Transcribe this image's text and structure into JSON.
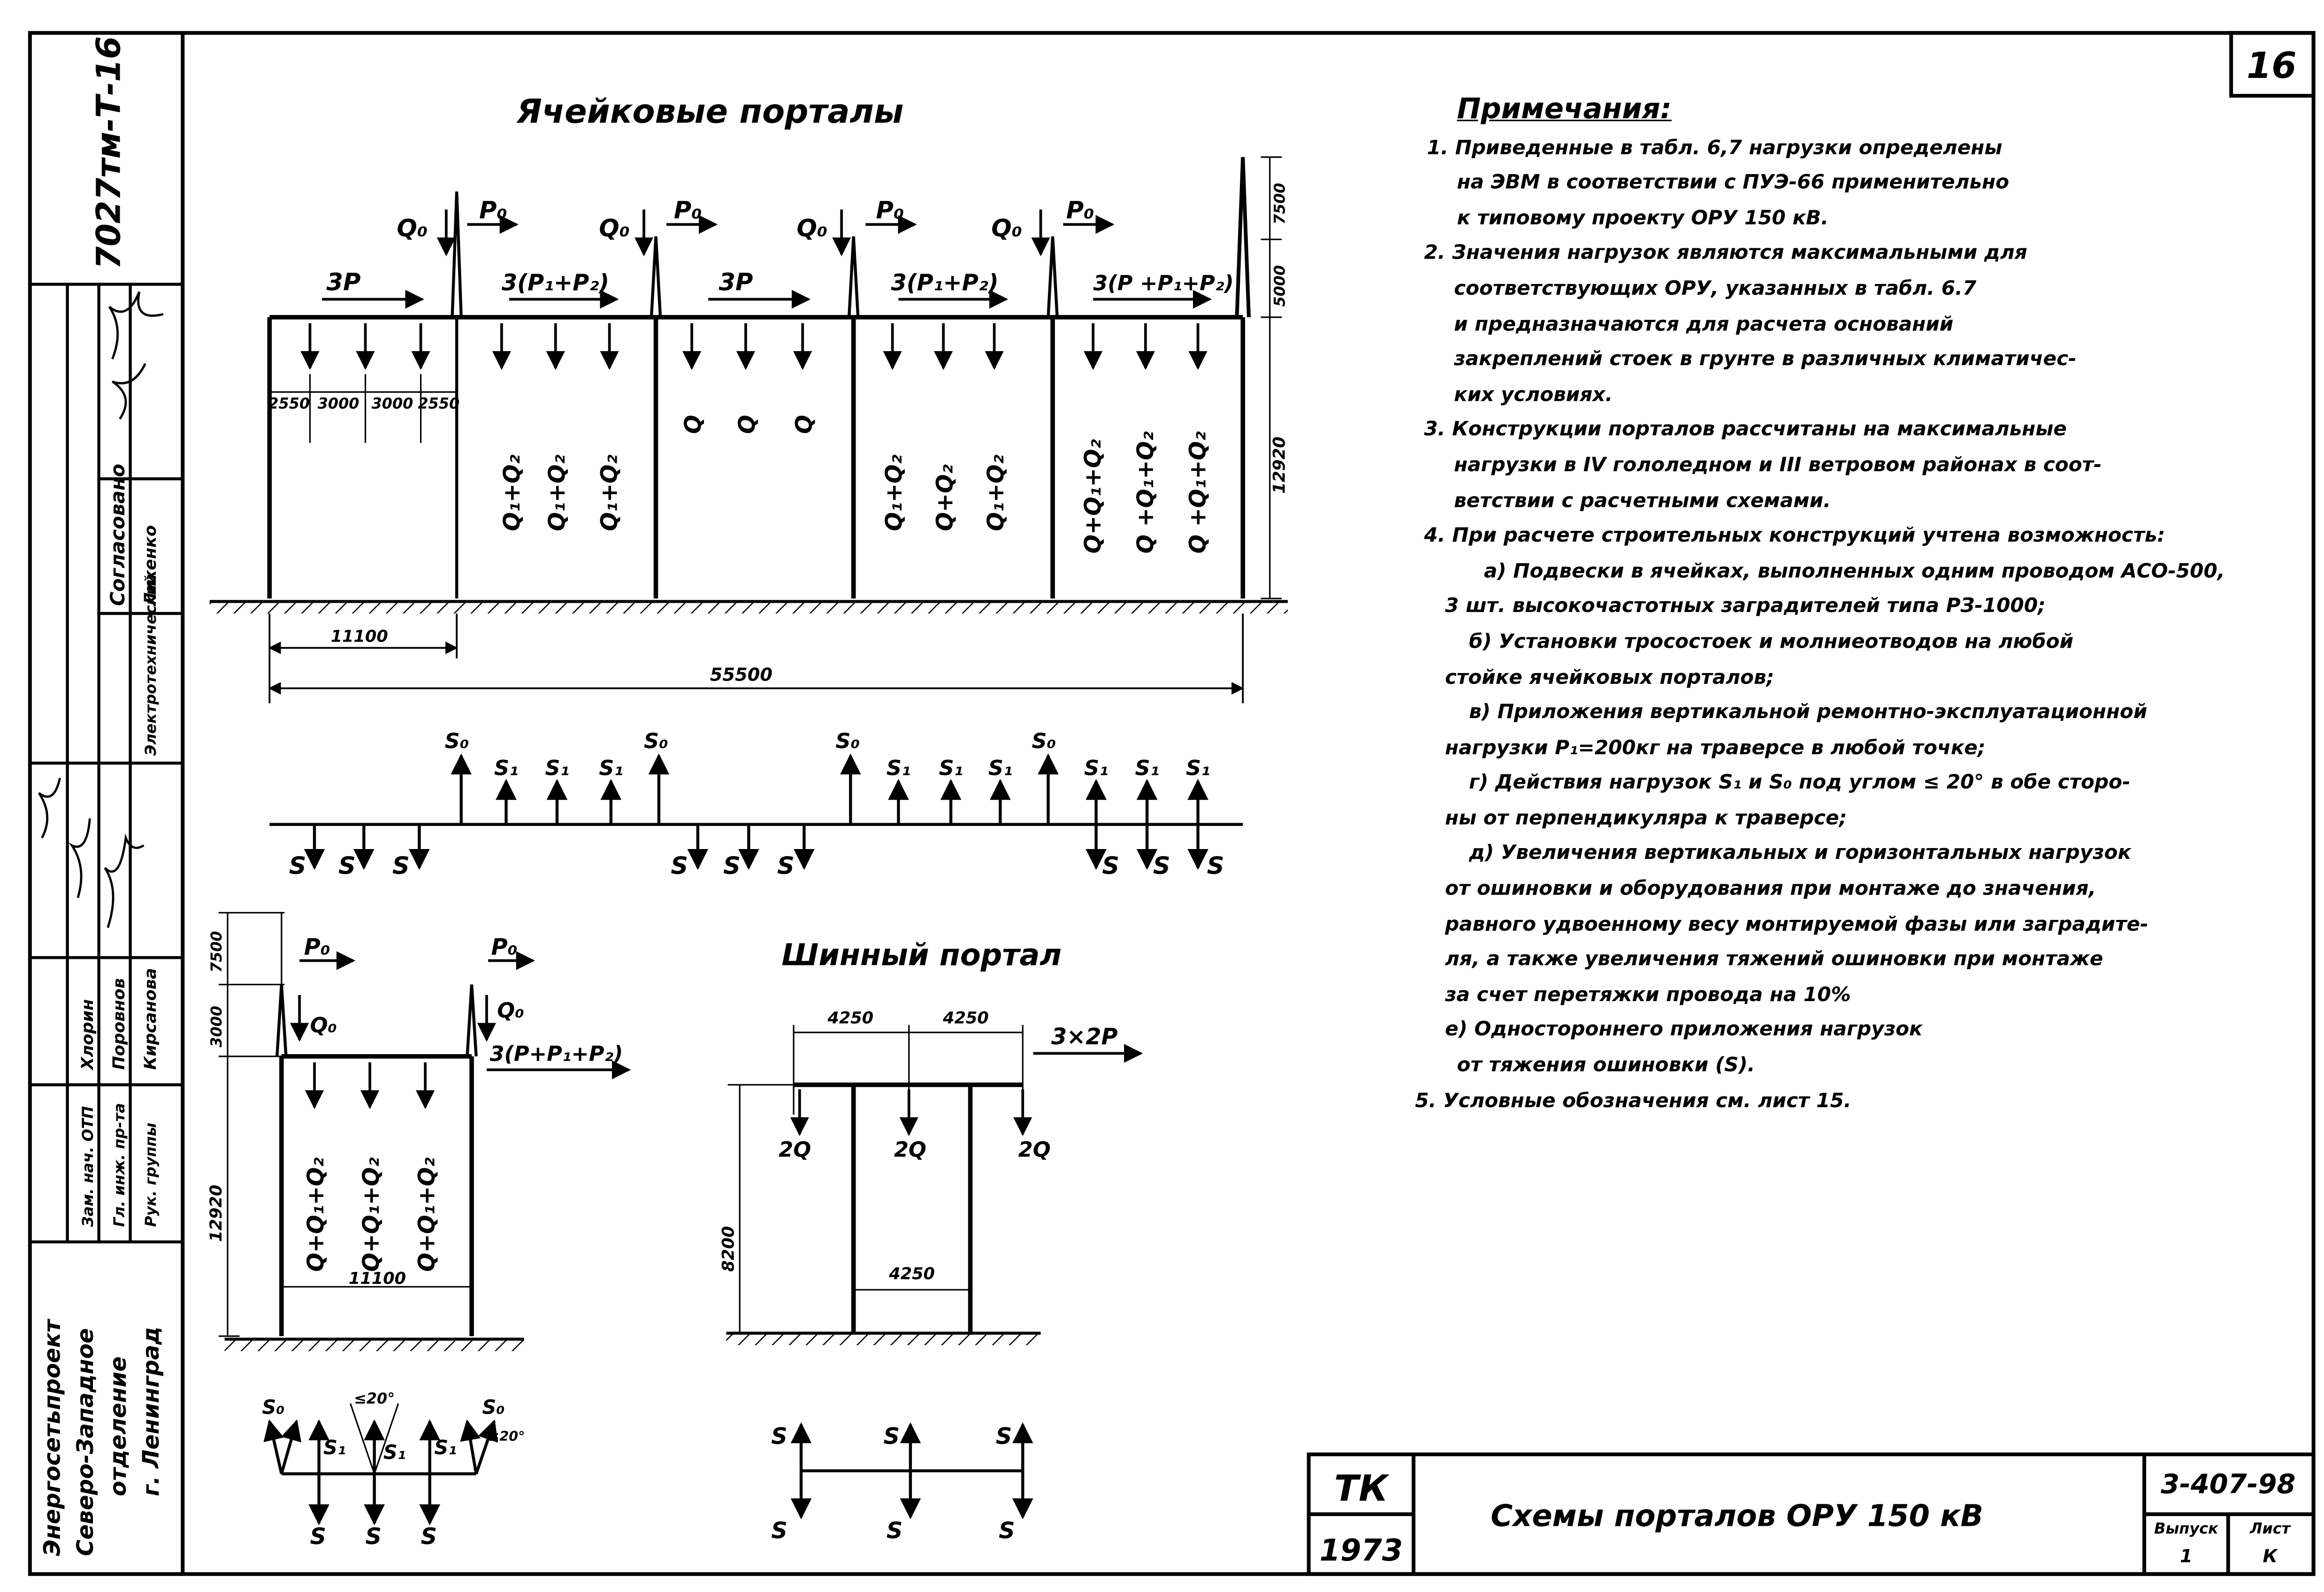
{
  "sheet": {
    "number": "16",
    "side_code": "7027тм-Т-16",
    "org_lines": [
      "Энергосетьпроект",
      "Северо-Западное",
      "отделение",
      "г. Ленинград"
    ],
    "approval_labels": [
      "Согласовано",
      "Электротехнический",
      "Лихенко"
    ],
    "roles": [
      "Зам. нач. ОТП",
      "Гл. инж. пр-та",
      "Рук. группы"
    ],
    "names": [
      "Хлорин",
      "Поровнов",
      "Кирсанова"
    ],
    "title_block": {
      "tk": "ТК",
      "year": "1973",
      "title": "Схемы порталов ОРУ 150 кВ",
      "code": "3-407-98",
      "issue_label": "Выпуск",
      "issue": "1",
      "sheet_label": "Лист",
      "sheet": "К"
    }
  },
  "cell_portal": {
    "title": "Ячейковые порталы",
    "q0": "Q₀",
    "p0": "P₀",
    "horiz_loads": [
      "3P",
      "3(P₁+P₂)",
      "3P",
      "3(P₁+P₂)",
      "3(P +P₁+P₂)"
    ],
    "vert_loads": [
      "Q₁+Q₂",
      "Q₁+Q₂",
      "Q₁+Q₂",
      "Q",
      "Q",
      "Q",
      "Q₁+Q₂",
      "Q+Q₂",
      "Q₁+Q₂",
      "Q+Q₁+Q₂",
      "Q +Q₁+Q₂",
      "Q +Q₁+Q₂"
    ],
    "spacing": [
      "2550",
      "3000",
      "3000",
      "2550"
    ],
    "dim_bay": "11100",
    "dim_total": "55500",
    "dim_height": "12920",
    "dim_top1": "7500",
    "dim_top2": "5000"
  },
  "s_scheme": {
    "s0": "S₀",
    "s1": "S₁",
    "s": "S"
  },
  "small_portal": {
    "p0": "P₀",
    "q0": "Q₀",
    "horiz": "3(P+P₁+P₂)",
    "vert": [
      "Q+Q₁+Q₂",
      "Q+Q₁+Q₂",
      "Q+Q₁+Q₂"
    ],
    "dim_top1": "7500",
    "dim_top2": "3000",
    "dim_height": "12920",
    "dim_width": "11100",
    "angle": "≤20°",
    "angles": [
      "≤20°",
      "≤20°"
    ],
    "s0": "S₀",
    "s1": "S₁",
    "s": "S"
  },
  "bus_portal": {
    "title": "Шинный портал",
    "dim1": "4250",
    "dim2": "4250",
    "dim3": "4250",
    "dim_height": "8200",
    "load_p": "3×2P",
    "load_q": "2Q",
    "s": "S"
  },
  "notes": {
    "heading": "Примечания:",
    "lines": [
      "1. Приведенные в табл. 6,7 нагрузки определены",
      "на ЭВМ в соответствии с ПУЭ-66 применительно",
      "к типовому проекту ОРУ 150 кВ.",
      "2. Значения нагрузок являются максимальными для",
      "соответствующих ОРУ, указанных в табл. 6.7",
      "и предназначаются для расчета оснований",
      "закреплений стоек в грунте в различных климатичес-",
      "ких условиях.",
      "3. Конструкции порталов рассчитаны на максимальные",
      "нагрузки в IV гололедном и III ветровом районах в соот-",
      "ветствии с расчетными схемами.",
      "4. При расчете строительных конструкций учтена возможность:",
      "а) Подвески в ячейках, выполненных одним проводом АСО-500,",
      "3 шт. высокочастотных заградителей типа РЗ-1000;",
      "б) Установки тросостоек и молниеотводов на любой",
      "стойке ячейковых порталов;",
      "в) Приложения вертикальной ремонтно-эксплуатационной",
      "нагрузки P₁=200кг на траверсе в любой точке;",
      "г) Действия нагрузок S₁ и S₀ под углом ≤ 20° в обе сторо-",
      "ны от перпендикуляра к траверсе;",
      "д) Увеличения вертикальных и горизонтальных нагрузок",
      "от ошиновки и оборудования при монтаже до значения,",
      "равного удвоенному весу монтируемой фазы или заградите-",
      "ля, а также увеличения тяжений ошиновки при монтаже",
      "за счет перетяжки провода на 10%",
      "е) Одностороннего приложения нагрузок",
      "от тяжения ошиновки (S).",
      "5. Условные обозначения см. лист 15."
    ]
  }
}
